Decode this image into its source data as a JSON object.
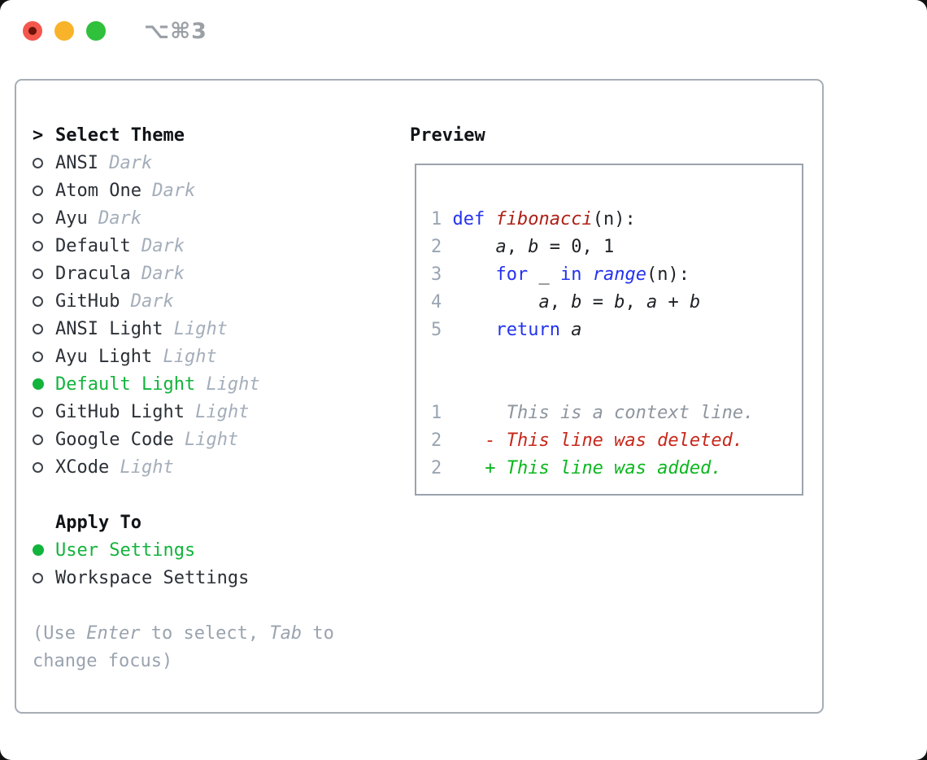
{
  "window": {
    "shortcut": "⌥⌘3"
  },
  "colors": {
    "accent_green": "#12b43c",
    "diff_green": "#0bb71f",
    "diff_red": "#c8271b",
    "keyword_blue": "#2433ee",
    "function_red": "#ad2015",
    "text_dark": "#2b3037",
    "code_dark": "#1e2126",
    "muted": "#9aa3af",
    "line_number": "#9aa5b1",
    "context_gray": "#8d959e",
    "variant_gray": "#a4aeba",
    "border_gray": "#a6adb5",
    "box_border": "#9aa3ad",
    "titlebar_gray": "#9aa0a6",
    "traffic_red": "#f4574c",
    "traffic_red_dot": "#6d1309",
    "traffic_yellow": "#f8b32a",
    "traffic_green": "#2fc03c"
  },
  "theme_menu": {
    "header_marker": ">",
    "header": "Select Theme",
    "items": [
      {
        "name": "ANSI",
        "variant": "Dark",
        "selected": false
      },
      {
        "name": "Atom One",
        "variant": "Dark",
        "selected": false
      },
      {
        "name": "Ayu",
        "variant": "Dark",
        "selected": false
      },
      {
        "name": "Default",
        "variant": "Dark",
        "selected": false
      },
      {
        "name": "Dracula",
        "variant": "Dark",
        "selected": false
      },
      {
        "name": "GitHub",
        "variant": "Dark",
        "selected": false
      },
      {
        "name": "ANSI Light",
        "variant": "Light",
        "selected": false
      },
      {
        "name": "Ayu Light",
        "variant": "Light",
        "selected": false
      },
      {
        "name": "Default Light",
        "variant": "Light",
        "selected": true
      },
      {
        "name": "GitHub Light",
        "variant": "Light",
        "selected": false
      },
      {
        "name": "Google Code",
        "variant": "Light",
        "selected": false
      },
      {
        "name": "XCode",
        "variant": "Light",
        "selected": false
      }
    ]
  },
  "apply_to": {
    "header": "Apply To",
    "items": [
      {
        "name": "User Settings",
        "selected": true
      },
      {
        "name": "Workspace Settings",
        "selected": false
      }
    ]
  },
  "help": {
    "lines": [
      [
        {
          "t": "(Use ",
          "i": false
        },
        {
          "t": "Enter",
          "i": true
        },
        {
          "t": " to select, ",
          "i": false
        },
        {
          "t": "Tab",
          "i": true
        },
        {
          "t": " to",
          "i": false
        }
      ],
      [
        {
          "t": "change focus)",
          "i": false
        }
      ]
    ]
  },
  "preview": {
    "title": "Preview",
    "lines": [
      {
        "num": "1",
        "tokens": [
          {
            "t": " ",
            "c": "pl"
          },
          {
            "t": "def",
            "c": "kw"
          },
          {
            "t": " ",
            "c": "pl"
          },
          {
            "t": "fibonacci",
            "c": "fn"
          },
          {
            "t": "(n):",
            "c": "pl"
          }
        ]
      },
      {
        "num": "2",
        "tokens": [
          {
            "t": "     ",
            "c": "pl"
          },
          {
            "t": "a",
            "c": "var"
          },
          {
            "t": ", ",
            "c": "pl"
          },
          {
            "t": "b",
            "c": "var"
          },
          {
            "t": " = 0, 1",
            "c": "pl"
          }
        ]
      },
      {
        "num": "3",
        "tokens": [
          {
            "t": "     ",
            "c": "pl"
          },
          {
            "t": "for",
            "c": "kw"
          },
          {
            "t": " _ ",
            "c": "pl"
          },
          {
            "t": "in",
            "c": "kw"
          },
          {
            "t": " ",
            "c": "pl"
          },
          {
            "t": "range",
            "c": "bi"
          },
          {
            "t": "(n):",
            "c": "pl"
          }
        ]
      },
      {
        "num": "4",
        "tokens": [
          {
            "t": "         ",
            "c": "pl"
          },
          {
            "t": "a",
            "c": "var"
          },
          {
            "t": ", ",
            "c": "pl"
          },
          {
            "t": "b",
            "c": "var"
          },
          {
            "t": " = ",
            "c": "pl"
          },
          {
            "t": "b",
            "c": "var"
          },
          {
            "t": ", ",
            "c": "pl"
          },
          {
            "t": "a",
            "c": "var"
          },
          {
            "t": " + ",
            "c": "pl"
          },
          {
            "t": "b",
            "c": "var"
          }
        ]
      },
      {
        "num": "5",
        "tokens": [
          {
            "t": "     ",
            "c": "pl"
          },
          {
            "t": "return",
            "c": "kw"
          },
          {
            "t": " ",
            "c": "pl"
          },
          {
            "t": "a",
            "c": "var"
          }
        ]
      },
      {
        "num": "",
        "tokens": []
      },
      {
        "num": "",
        "tokens": []
      },
      {
        "num": "1",
        "tokens": [
          {
            "t": "      This is a context line.",
            "c": "ctx"
          }
        ]
      },
      {
        "num": "2",
        "tokens": [
          {
            "t": "    ",
            "c": "pl"
          },
          {
            "t": "- This line was deleted.",
            "c": "del"
          }
        ]
      },
      {
        "num": "2",
        "tokens": [
          {
            "t": "    ",
            "c": "pl"
          },
          {
            "t": "+ This line was added.",
            "c": "add"
          }
        ]
      }
    ]
  }
}
